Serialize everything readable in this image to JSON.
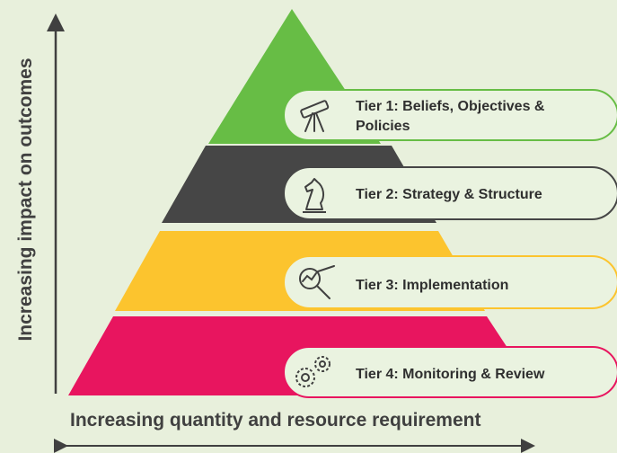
{
  "axes": {
    "y_label": "Increasing impact on outcomes",
    "x_label": "Increasing quantity and resource requirement"
  },
  "colors": {
    "background": "#e8f0dc",
    "tier1": "#67bd45",
    "tier2": "#464646",
    "tier3": "#fcc42e",
    "tier4": "#e8155f",
    "pill_fill": "#eaf3e0",
    "arrow": "#404040"
  },
  "tiers": [
    {
      "lines": [
        "Tier 1: Beliefs, Objectives &",
        "Policies"
      ],
      "icon": "telescope-icon",
      "pill_color": "#67bd45"
    },
    {
      "lines": [
        "Tier 2: Strategy & Structure"
      ],
      "icon": "chess-knight-icon",
      "pill_color": "#464646"
    },
    {
      "lines": [
        "Tier 3: Implementation"
      ],
      "icon": "magnifier-icon",
      "pill_color": "#fcc42e"
    },
    {
      "lines": [
        "Tier 4: Monitoring & Review"
      ],
      "icon": "gears-icon",
      "pill_color": "#e8155f"
    }
  ]
}
